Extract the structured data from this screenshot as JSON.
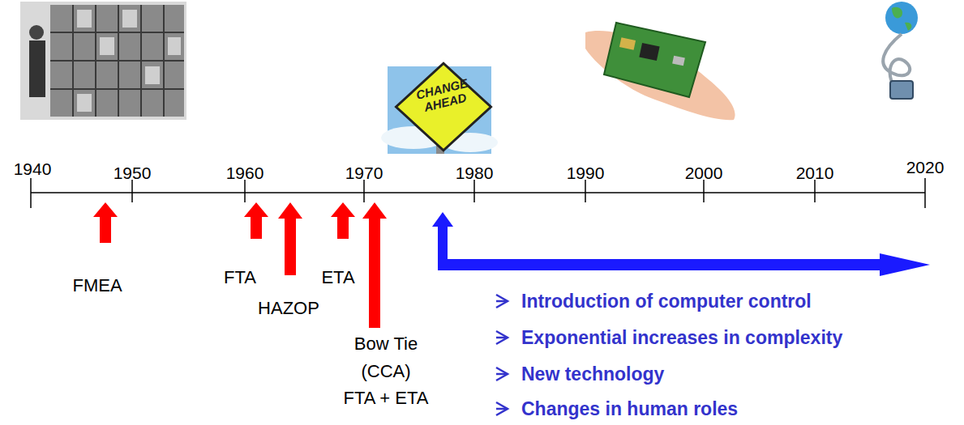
{
  "diagram": {
    "nodes": [
      {
        "text": [
          "CHANGE AHEAD"
        ]
      }
    ],
    "labels": [
      "1940",
      "1950",
      "1960",
      "1970",
      "1980",
      "1990",
      "2000",
      "2010",
      "2020",
      "FMEA",
      "FTA",
      "HAZOP",
      "ETA",
      "Bow Tie",
      "(CCA)",
      "FTA + ETA",
      "Introduction of computer control",
      "Exponential increases in complexity",
      "New technology",
      "Changes in human roles"
    ]
  }
}
